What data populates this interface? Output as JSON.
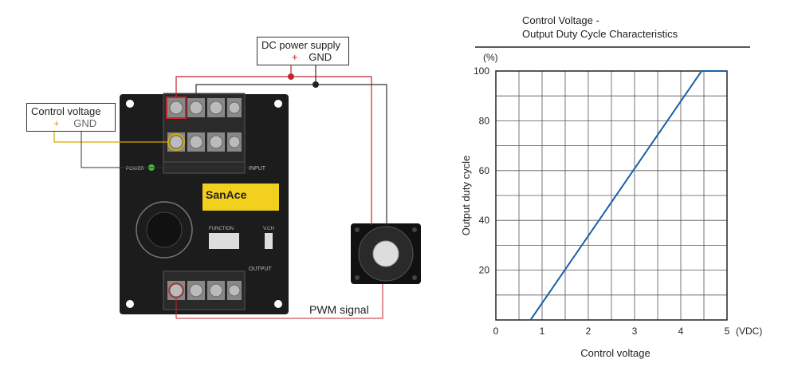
{
  "wiring_diagram": {
    "control_voltage_box": {
      "title": "Control voltage",
      "plus": "+",
      "gnd": "GND"
    },
    "dc_power_box": {
      "title": "DC power supply",
      "plus": "+",
      "gnd": "GND"
    },
    "brand_label": "SanAce",
    "panel_labels": {
      "power": "POWER",
      "input": "INPUT",
      "output": "OUTPUT",
      "function": "FUNCTION",
      "vch": "V.CH"
    },
    "pwm_label": "PWM signal",
    "colors": {
      "power_wire": "#c0272d",
      "gnd_wire": "#333333",
      "control_wire": "#d9a800",
      "board": "#1c1c1c",
      "brand_yellow": "#f2d01e"
    }
  },
  "chart_data": {
    "type": "line",
    "title": "Control Voltage -\nOutput Duty Cycle Characteristics",
    "title_lines": [
      "Control Voltage -",
      "Output Duty Cycle Characteristics"
    ],
    "xlabel": "Control voltage",
    "ylabel": "Output duty cycle",
    "x_unit": "(VDC)",
    "y_unit": "(%)",
    "xlim": [
      0,
      5
    ],
    "ylim": [
      0,
      100
    ],
    "x_ticks": [
      0,
      1,
      2,
      3,
      4,
      5
    ],
    "y_ticks": [
      20,
      40,
      60,
      80,
      100
    ],
    "grid": true,
    "line_color": "#1a5fa8",
    "series": [
      {
        "x": [
          0.75,
          4.45,
          5.0
        ],
        "y": [
          0,
          100,
          100
        ]
      }
    ]
  }
}
